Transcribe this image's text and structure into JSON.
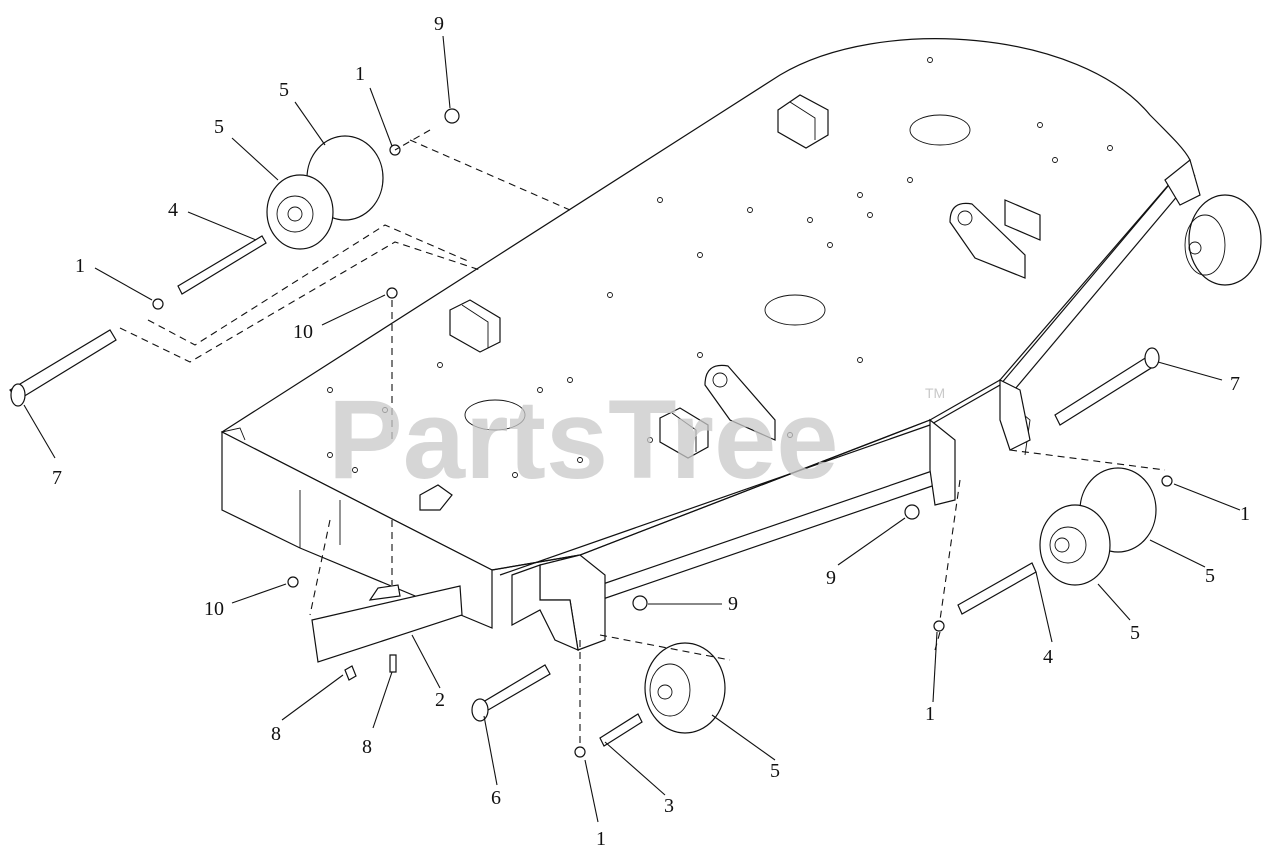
{
  "diagram": {
    "callouts": [
      {
        "id": "c1",
        "text": "9"
      },
      {
        "id": "c2",
        "text": "1"
      },
      {
        "id": "c3",
        "text": "5"
      },
      {
        "id": "c4",
        "text": "5"
      },
      {
        "id": "c5",
        "text": "4"
      },
      {
        "id": "c6",
        "text": "1"
      },
      {
        "id": "c7",
        "text": "10"
      },
      {
        "id": "c8",
        "text": "7"
      },
      {
        "id": "c9",
        "text": "7"
      },
      {
        "id": "c10",
        "text": "1"
      },
      {
        "id": "c11",
        "text": "5"
      },
      {
        "id": "c12",
        "text": "5"
      },
      {
        "id": "c13",
        "text": "4"
      },
      {
        "id": "c14",
        "text": "1"
      },
      {
        "id": "c15",
        "text": "9"
      },
      {
        "id": "c16",
        "text": "9"
      },
      {
        "id": "c17",
        "text": "5"
      },
      {
        "id": "c18",
        "text": "3"
      },
      {
        "id": "c19",
        "text": "1"
      },
      {
        "id": "c20",
        "text": "6"
      },
      {
        "id": "c21",
        "text": "2"
      },
      {
        "id": "c22",
        "text": "8"
      },
      {
        "id": "c23",
        "text": "8"
      },
      {
        "id": "c24",
        "text": "10"
      }
    ]
  },
  "watermark": {
    "text": "PartsTree",
    "trademark": "TM"
  }
}
